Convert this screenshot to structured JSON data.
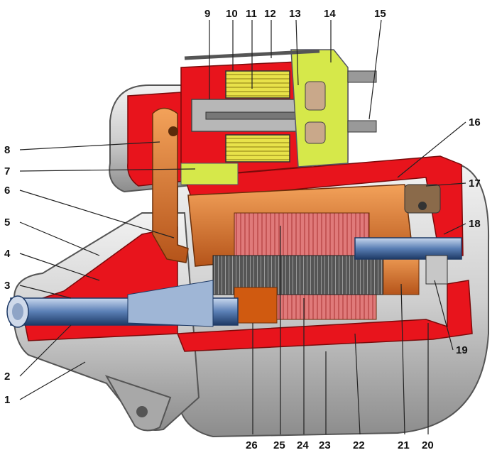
{
  "diagram": {
    "callouts": [
      {
        "label": "1"
      },
      {
        "label": "2"
      },
      {
        "label": "3"
      },
      {
        "label": "4"
      },
      {
        "label": "5"
      },
      {
        "label": "6"
      },
      {
        "label": "7"
      },
      {
        "label": "8"
      },
      {
        "label": "9"
      },
      {
        "label": "10"
      },
      {
        "label": "11"
      },
      {
        "label": "12"
      },
      {
        "label": "13"
      },
      {
        "label": "14"
      },
      {
        "label": "15"
      },
      {
        "label": "16"
      },
      {
        "label": "17"
      },
      {
        "label": "18"
      },
      {
        "label": "19"
      },
      {
        "label": "20"
      },
      {
        "label": "21"
      },
      {
        "label": "22"
      },
      {
        "label": "23"
      },
      {
        "label": "24"
      },
      {
        "label": "25"
      },
      {
        "label": "26"
      }
    ],
    "colors": {
      "housing_light": "#d8d8d8",
      "housing_dark": "#8a8a8a",
      "cutaway_red": "#e8141c",
      "copper_orange": "#e07a2a",
      "coil_yellow": "#e8e24a",
      "solenoid_green": "#d6e84a",
      "shaft_blue": "#5a7fb5",
      "armature_dark": "#3a3a3a"
    }
  }
}
